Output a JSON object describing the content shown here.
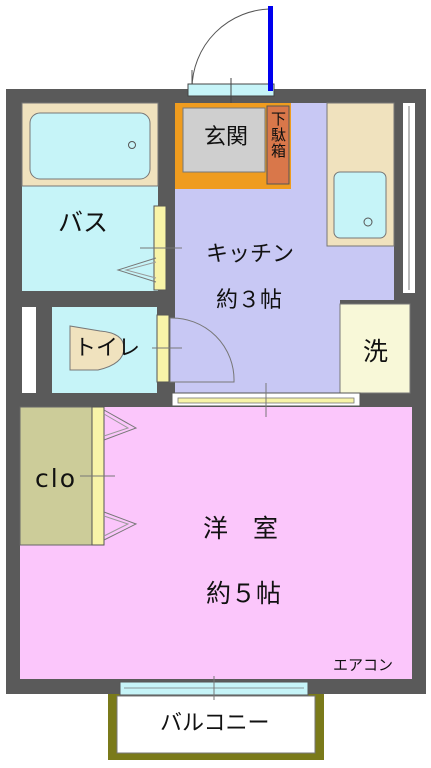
{
  "rooms": {
    "genkan": "玄関",
    "getabako": "下駄箱",
    "bath": "バス",
    "kitchen": "キッチン",
    "kitchen_size": "約３帖",
    "toilet": "トイレ",
    "washer": "洗",
    "closet": "clo",
    "western_room": "洋　室",
    "western_size": "約５帖",
    "aircon": "エアコン",
    "balcony": "バルコニー"
  },
  "colors": {
    "wall": "#5a5a5a",
    "kitchen": "#c8c8f4",
    "western_room": "#fbc6fb",
    "bath_toilet": "#c6f4f8",
    "closet": "#cccc99",
    "counter": "#f0e2be",
    "genkan_floor": "#ef9c1f",
    "getabako": "#d9774a",
    "door_panel": "#f8f4a8",
    "balcony_rail": "#7a7a1a",
    "front_door": "#0000ee"
  }
}
